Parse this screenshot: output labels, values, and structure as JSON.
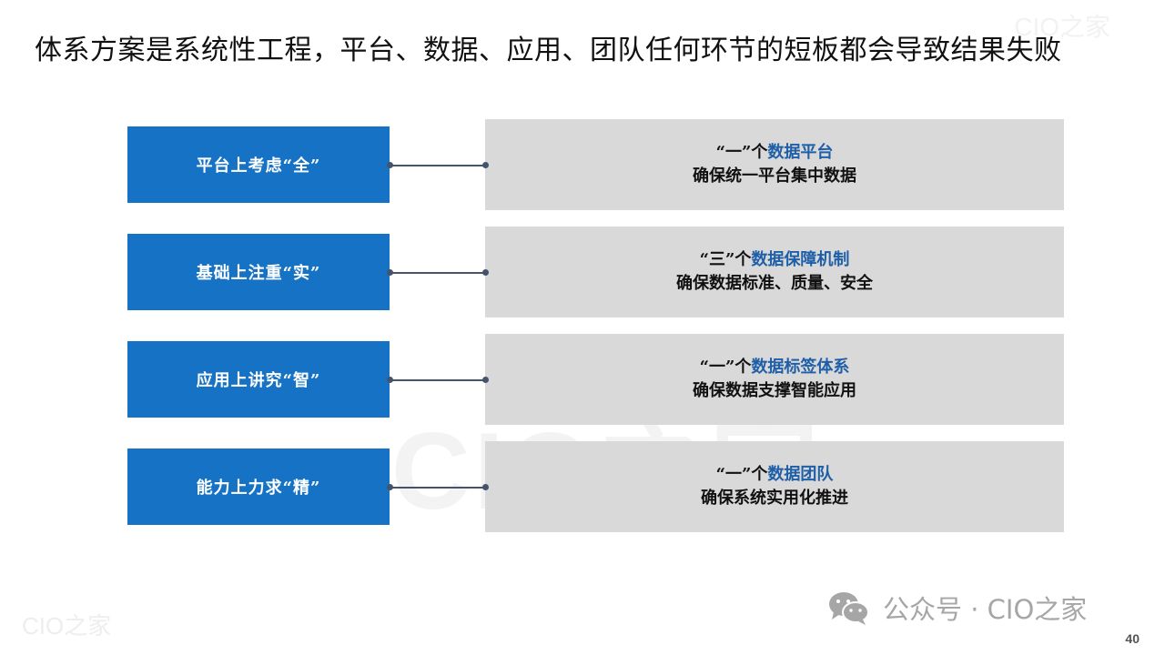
{
  "slide": {
    "title": "体系方案是系统性工程，平台、数据、应用、团队任何环节的短板都会导致结果失败",
    "page_number": "40"
  },
  "watermarks": {
    "center": "CIO之家",
    "top_right": "CIO之家",
    "bottom_left": "CIO之家"
  },
  "rows": [
    {
      "left": "平台上考虑“全”",
      "prefix": "“一”个",
      "highlight": "数据平台",
      "desc": "确保统一平台集中数据"
    },
    {
      "left": "基础上注重“实”",
      "prefix": "“三”个",
      "highlight": "数据保障机制",
      "desc": "确保数据标准、质量、安全"
    },
    {
      "left": "应用上讲究“智”",
      "prefix": "“一”个",
      "highlight": "数据标签体系",
      "desc": "确保数据支撑智能应用"
    },
    {
      "left": "能力上力求“精”",
      "prefix": "“一”个",
      "highlight": "数据团队",
      "desc": "确保系统实用化推进"
    }
  ],
  "footer": {
    "brand": "公众号 · CIO之家",
    "icon": "wechat-icon"
  },
  "colors": {
    "blue_box": "#1572c4",
    "grey_box": "#d9d9d9",
    "highlight_text": "#1f5fa8",
    "connector": "#44546a"
  }
}
